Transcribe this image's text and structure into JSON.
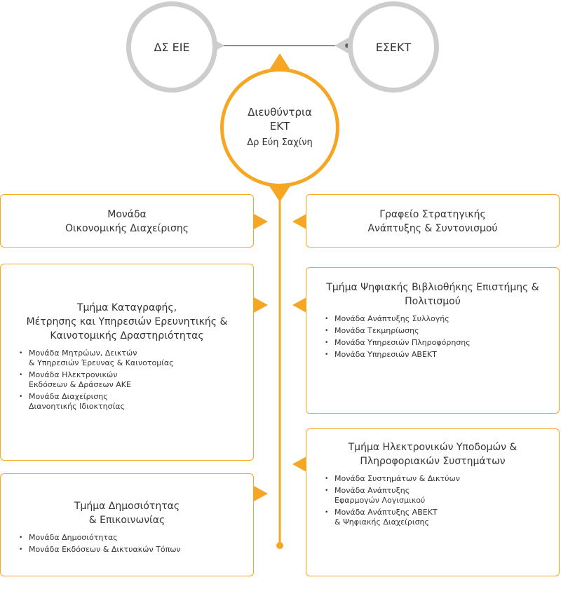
{
  "top": {
    "left_circle": "ΔΣ ΕΙΕ",
    "right_circle": "ΕΣΕΚΤ"
  },
  "center": {
    "title_line1": "Διευθύντρια",
    "title_line2": "ΕΚΤ",
    "name": "Δρ Εύη Σαχίνη"
  },
  "left_boxes": [
    {
      "title_lines": [
        "Μονάδα",
        "Οικονομικής Διαχείρισης"
      ],
      "items": []
    },
    {
      "title_lines": [
        "Τμήμα Καταγραφής,",
        "Μέτρησης και Υπηρεσιών Ερευνητικής &",
        "Καινοτομικής Δραστηριότητας"
      ],
      "items": [
        [
          "Μονάδα Μητρώων, Δεικτών",
          "& Υπηρεσιών Έρευνας & Καινοτομίας"
        ],
        [
          "Μονάδα Ηλεκτρονικών",
          "Εκδόσεων & Δράσεων ΑΚΕ"
        ],
        [
          "Μονάδα Διαχείρισης",
          "Διανοητικής Ιδιοκτησίας"
        ]
      ]
    },
    {
      "title_lines": [
        "Τμήμα Δημοσιότητας",
        "& Επικοινωνίας"
      ],
      "items": [
        [
          "Μονάδα Δημοσιότητας"
        ],
        [
          "Μονάδα Εκδόσεων & Δικτυακών Τόπων"
        ]
      ]
    }
  ],
  "right_boxes": [
    {
      "title_lines": [
        "Γραφείο Στρατηγικής",
        "Ανάπτυξης & Συντονισμού"
      ],
      "items": []
    },
    {
      "title_lines": [
        "Τμήμα Ψηφιακής Βιβλιοθήκης Επιστήμης &",
        "Πολιτισμού"
      ],
      "items": [
        [
          "Μονάδα Ανάπτυξης Συλλογής"
        ],
        [
          "Μονάδα Τεκμηρίωσης"
        ],
        [
          "Μονάδα Υπηρεσιών Πληροφόρησης"
        ],
        [
          "Μονάδα Υπηρεσιών ΑΒΕΚΤ"
        ]
      ]
    },
    {
      "title_lines": [
        "Τμήμα Ηλεκτρονικών Υποδομών &",
        "Πληροφοριακών Συστημάτων"
      ],
      "items": [
        [
          "Μονάδα Συστημάτων & Δικτύων"
        ],
        [
          "Μονάδα Ανάπτυξης",
          "Εφαρμογών Λογισμικού"
        ],
        [
          "Μονάδα Ανάπτυξης ΑΒΕΚΤ",
          "& Ψηφιακής Διαχείρισης"
        ]
      ]
    }
  ],
  "colors": {
    "accent": "#f5a623",
    "gray": "#cdcdcd",
    "line": "#666666"
  }
}
